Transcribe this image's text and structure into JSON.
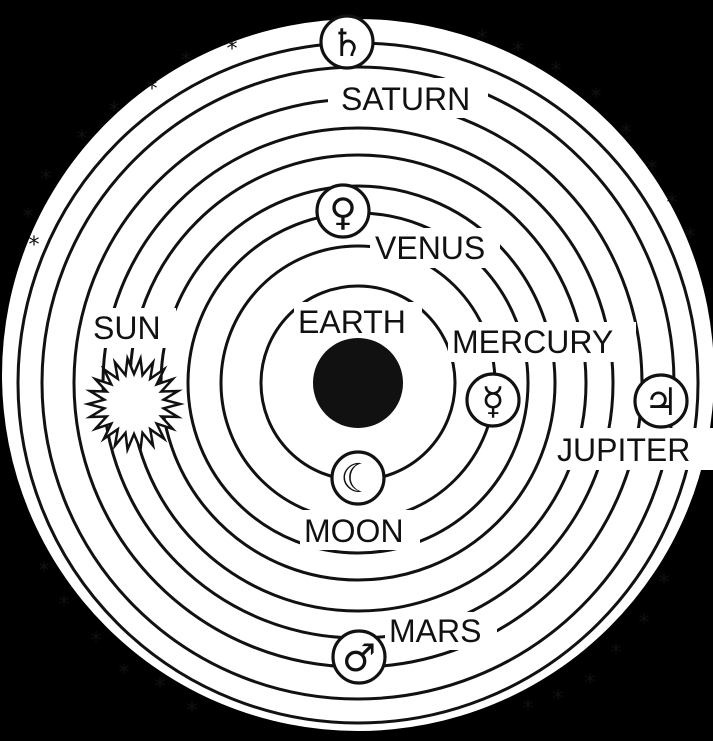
{
  "colors": {
    "background": "#000000",
    "paper": "#ffffff",
    "ink": "#111111"
  },
  "bodies": {
    "earth": {
      "label": "EARTH"
    },
    "moon": {
      "label": "MOON",
      "symbol": "☾"
    },
    "mercury": {
      "label": "MERCURY",
      "symbol": "☿"
    },
    "venus": {
      "label": "VENUS",
      "symbol": "♀"
    },
    "sun": {
      "label": "SUN"
    },
    "mars": {
      "label": "MARS",
      "symbol": "♂"
    },
    "jupiter": {
      "label": "JUPITER",
      "symbol": "♃"
    },
    "saturn": {
      "label": "SATURN",
      "symbol": "♄"
    }
  },
  "icons": {
    "earth": "earth-disc-icon",
    "moon": "moon-symbol-icon",
    "mercury": "mercury-symbol-icon",
    "venus": "venus-symbol-icon",
    "sun": "sun-icon",
    "mars": "mars-symbol-icon",
    "jupiter": "jupiter-symbol-icon",
    "saturn": "saturn-symbol-icon",
    "star": "star-icon"
  }
}
